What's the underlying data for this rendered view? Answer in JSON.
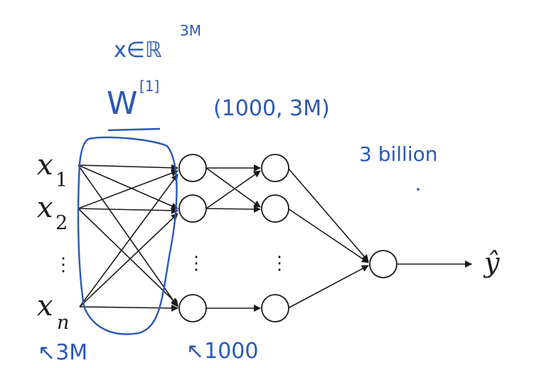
{
  "inputs": [
    {
      "symbol": "x",
      "subscript": "1"
    },
    {
      "symbol": "x",
      "subscript": "2"
    },
    {
      "symbol": "x",
      "subscript": "n"
    }
  ],
  "vertical_ellipsis": "⋮",
  "output": {
    "symbol": "ŷ"
  },
  "annotations": {
    "input_space": "x∈ℝ",
    "input_space_exp": "3M",
    "weight_label": "W",
    "weight_superscript": "[1]",
    "weight_shape": "(1000, 3M)",
    "param_count": "3 billion",
    "input_size": "↖3M",
    "hidden_size": "↖1000"
  },
  "colors": {
    "ink": "#1a1a1a",
    "annotation_blue": "#2a58b8"
  }
}
